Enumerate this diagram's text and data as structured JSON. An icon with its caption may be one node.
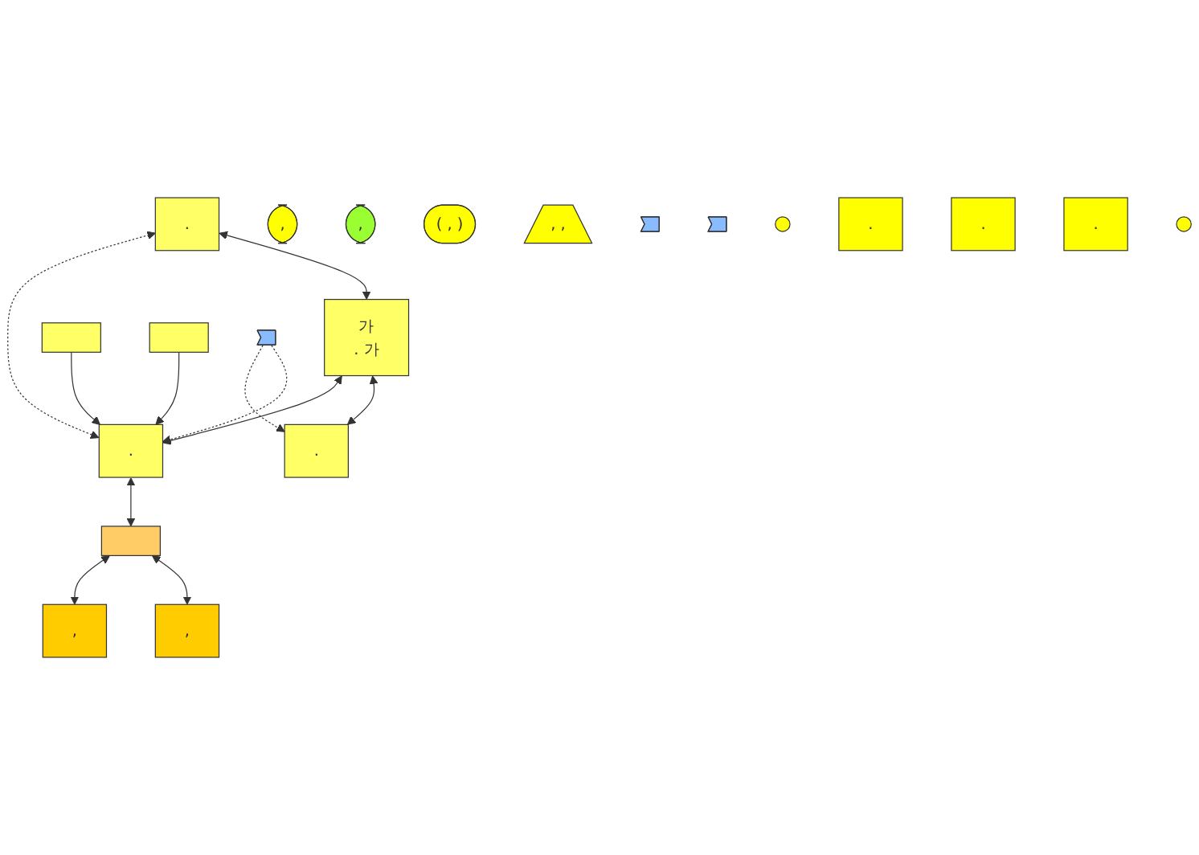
{
  "diagram": {
    "nodes": [
      {
        "text": [
          "."
        ]
      },
      {
        "text": [
          "가",
          ". 가"
        ]
      },
      {
        "text": [
          "."
        ]
      },
      {
        "text": [],
        "shape": "box"
      },
      {
        "text": [],
        "shape": "box"
      },
      {
        "text": [
          "."
        ]
      },
      {
        "text": [],
        "shape": "banner"
      },
      {
        "text": [],
        "shape": "box"
      },
      {
        "text": [
          ","
        ]
      },
      {
        "text": [
          ","
        ]
      },
      {
        "text": [
          ","
        ]
      },
      {
        "text": [
          ","
        ]
      },
      {
        "text": [
          "( , )"
        ]
      },
      {
        "text": [
          ", ,"
        ]
      },
      {
        "text": [],
        "shape": "banner"
      },
      {
        "text": [],
        "shape": "banner"
      },
      {
        "text": [],
        "shape": "circle"
      },
      {
        "text": [
          "."
        ]
      },
      {
        "text": [
          "."
        ]
      },
      {
        "text": [
          "."
        ]
      },
      {
        "text": [],
        "shape": "circle"
      }
    ],
    "edges": [
      {
        "from": 0,
        "to": 1,
        "arrow": "both"
      },
      {
        "from": 1,
        "to": 2,
        "arrow": "both"
      },
      {
        "from": 3,
        "to": 5,
        "arrow": "to"
      },
      {
        "from": 4,
        "to": 5,
        "arrow": "to"
      },
      {
        "from": 1,
        "to": 5,
        "arrow": "both"
      },
      {
        "from": 5,
        "to": 0,
        "arrow": "both",
        "style": "dashed"
      },
      {
        "from": 6,
        "to": 5,
        "arrow": "to",
        "style": "dashed"
      },
      {
        "from": 6,
        "to": 2,
        "arrow": "to",
        "style": "dashed"
      },
      {
        "from": 5,
        "to": 7,
        "arrow": "both"
      },
      {
        "from": 7,
        "to": 9,
        "arrow": "both"
      },
      {
        "from": 7,
        "to": 11,
        "arrow": "both"
      }
    ]
  }
}
